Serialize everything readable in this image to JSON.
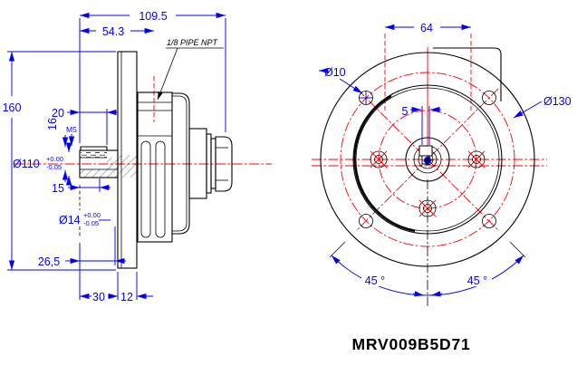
{
  "drawing": {
    "part_number": "MRV009B5D71",
    "colors": {
      "dimension": "#0000ff",
      "centerline": "#ff0000",
      "outline": "#000000",
      "background": "#ffffff"
    },
    "side_view": {
      "dims": {
        "overall_length": "109.5",
        "port_position": "54.3",
        "flange_height": "160",
        "keyway_length": "20",
        "keyway_depth": "16",
        "thread": "M5",
        "bore_step": "15",
        "spigot_dia": "Ø110",
        "spigot_tol_plus": "+0.00",
        "spigot_tol_minus": "-0.05",
        "bore_dia": "Ø14",
        "bore_tol_plus": "+0.00",
        "bore_tol_minus": "-0.05",
        "recess_depth": "26,5",
        "shaft_length": "30",
        "flange_thickness": "12",
        "port_label": "1/8 PIPE NPT"
      }
    },
    "front_view": {
      "dims": {
        "housing_width": "64",
        "hole_dia": "Ø10",
        "bolt_circle_dia": "Ø130",
        "keyway_width": "5",
        "angle_left": "45 °",
        "angle_right": "45 °"
      }
    }
  }
}
